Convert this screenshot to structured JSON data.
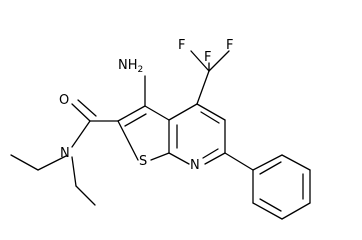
{
  "structure": {
    "atoms": {
      "amino": "NH2",
      "amino_base": "H",
      "amino_h_count": "2",
      "amino_n": "N",
      "trifluoromethyl_f_top_left": "F",
      "trifluoromethyl_f_top_right": "F",
      "trifluoromethyl_f_bottom": "F",
      "carbonyl_oxygen": "O",
      "amide_nitrogen": "N",
      "thiophene_sulfur": "S",
      "pyridine_nitrogen": "N"
    }
  }
}
